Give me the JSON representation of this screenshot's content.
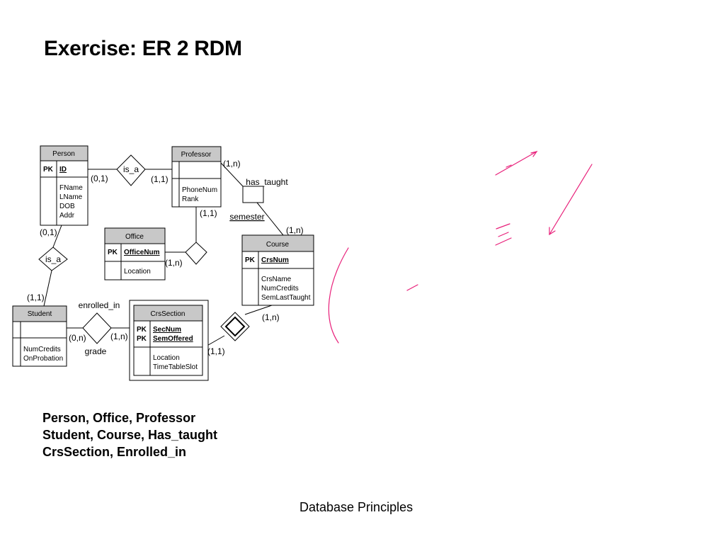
{
  "slide": {
    "title": "Exercise: ER 2 RDM",
    "footer": "Database Principles",
    "summary": [
      "Person, Office, Professor",
      "Student, Course, Has_taught",
      "CrsSection, Enrolled_in"
    ]
  },
  "colors": {
    "header_fill": "#c8c8c8",
    "line": "#000000",
    "annotation": "#e8207a"
  },
  "entities": {
    "person": {
      "name": "Person",
      "pk_label": "PK",
      "pk_attrs": [
        "ID"
      ],
      "attrs": [
        "FName",
        "LName",
        "DOB",
        "Addr"
      ]
    },
    "professor": {
      "name": "Professor",
      "pk_label": "",
      "pk_attrs": [],
      "attrs": [
        "PhoneNum",
        "Rank"
      ]
    },
    "office": {
      "name": "Office",
      "pk_label": "PK",
      "pk_attrs": [
        "OfficeNum"
      ],
      "attrs": [
        "Location"
      ]
    },
    "course": {
      "name": "Course",
      "pk_label": "PK",
      "pk_attrs": [
        "CrsNum"
      ],
      "attrs": [
        "CrsName",
        "NumCredits",
        "SemLastTaught"
      ]
    },
    "student": {
      "name": "Student",
      "pk_label": "",
      "pk_attrs": [],
      "attrs": [
        "NumCredits",
        "OnProbation"
      ]
    },
    "crssection": {
      "name": "CrsSection",
      "pk_label": "PK",
      "pk_attrs": [
        "SecNum",
        "SemOffered"
      ],
      "attrs": [
        "Location",
        "TimeTableSlot"
      ]
    }
  },
  "relationships": {
    "isa_professor": "is_a",
    "isa_student": "is_a",
    "has_taught": "has_taught",
    "has_taught_attr": "semester",
    "enrolled_in": "enrolled_in",
    "enrolled_in_attr": "grade"
  },
  "cardinalities": {
    "person_professor_isa": "(0,1)",
    "professor_isa": "(1,1)",
    "professor_has_taught": "(1,n)",
    "professor_office": "(1,1)",
    "office_rel": "(1,n)",
    "course_has_taught": "(1,n)",
    "course_section": "(1,n)",
    "person_student_isa": "(0,1)",
    "student_isa": "(1,1)",
    "student_enrolled": "(0,n)",
    "section_enrolled": "(1,n)",
    "section_course": "(1,1)"
  }
}
